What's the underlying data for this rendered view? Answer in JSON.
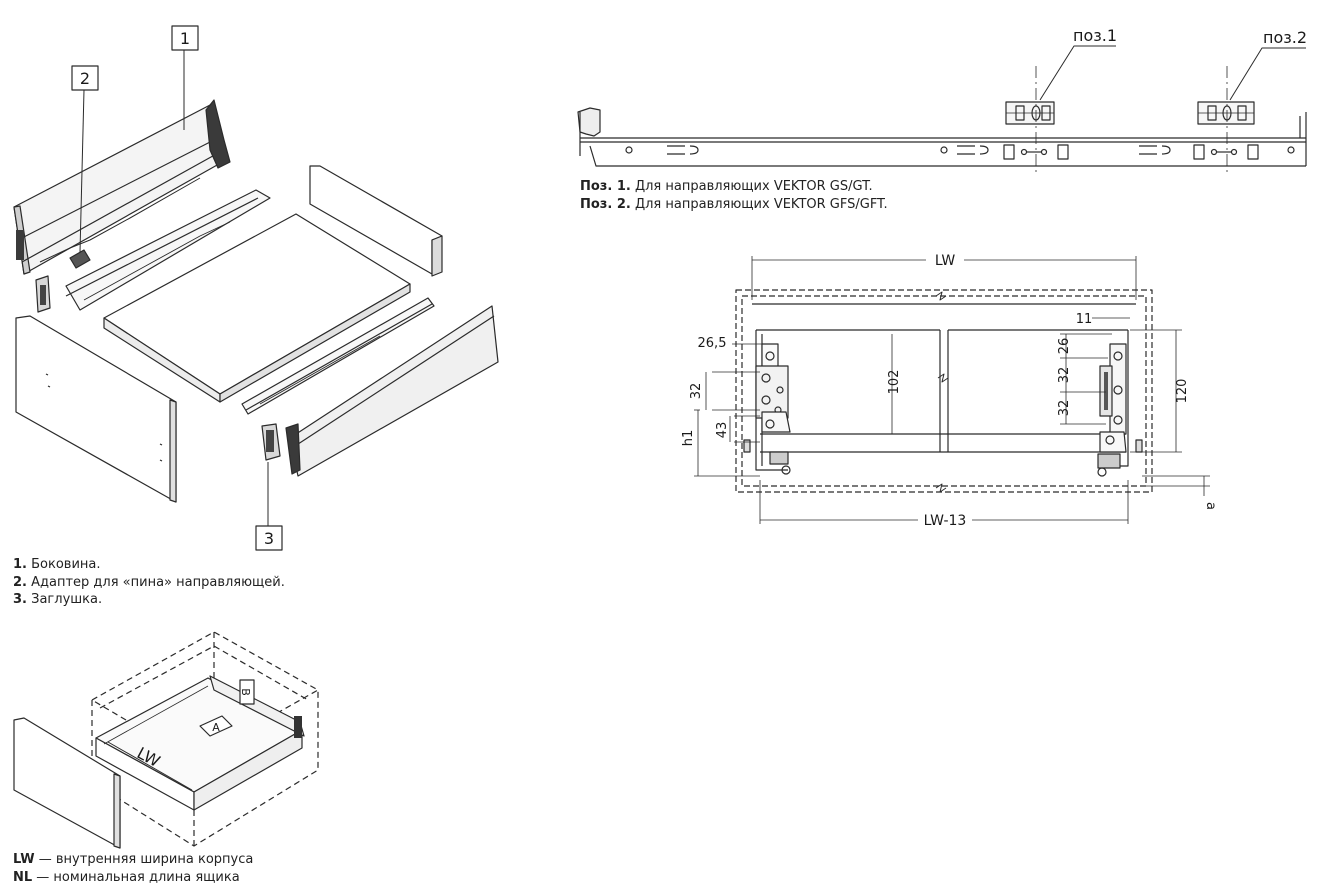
{
  "callouts": {
    "part1": "1",
    "part2": "2",
    "part3": "3"
  },
  "parts_legend": [
    {
      "num": "1.",
      "text": "Боковина."
    },
    {
      "num": "2.",
      "text": "Адаптер для «пина» направляющей."
    },
    {
      "num": "3.",
      "text": "Заглушка."
    }
  ],
  "rail": {
    "pos1_label": "поз.1",
    "pos2_label": "поз.2",
    "notes": [
      {
        "num": "Поз. 1.",
        "text": "Для направляющих VEKTOR GS/GT."
      },
      {
        "num": "Поз. 2.",
        "text": "Для направляющих VEKTOR GFS/GFT."
      }
    ]
  },
  "section": {
    "top_width": "LW",
    "bottom_width": "LW-13",
    "d_26_5": "26,5",
    "d_32_left": "32",
    "d_43": "43",
    "d_h1": "h1",
    "d_102": "102",
    "d_11": "11",
    "d_26": "26",
    "d_32_right_a": "32",
    "d_32_right_b": "32",
    "d_120": "120",
    "d_a": "a"
  },
  "iso": {
    "label_a": "A",
    "label_b": "B",
    "label_lw": "LW"
  },
  "glossary": [
    {
      "term": "LW",
      "text": " — внутренняя ширина корпуса"
    },
    {
      "term": "NL",
      "text": " — номинальная длина ящика"
    }
  ]
}
